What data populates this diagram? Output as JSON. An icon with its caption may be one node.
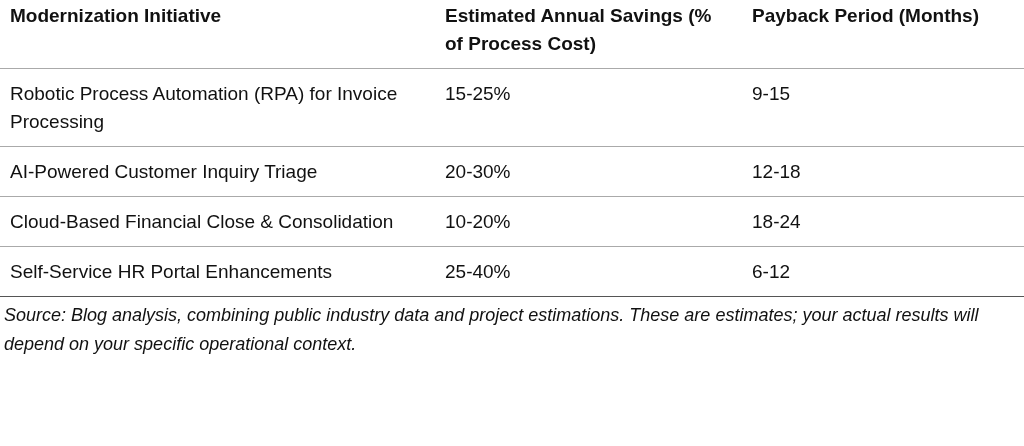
{
  "diagram": {
    "caption": "Source: Blog analysis, combining public industry data and project estimations. These are estimates; your actual results will depend on your specific operational context.",
    "labels": [
      "Modernization Initiative",
      "Estimated Annual Savings (% of Process Cost)",
      "Payback Period (Months)",
      "Robotic Process Automation (RPA) for Invoice Processing",
      "15-25%",
      "9-15",
      "AI-Powered Customer Inquiry Triage",
      "20-30%",
      "12-18",
      "Cloud-Based Financial Close & Consolidation",
      "10-20%",
      "18-24",
      "Self-Service HR Portal Enhancements",
      "25-40%",
      "6-12"
    ]
  }
}
